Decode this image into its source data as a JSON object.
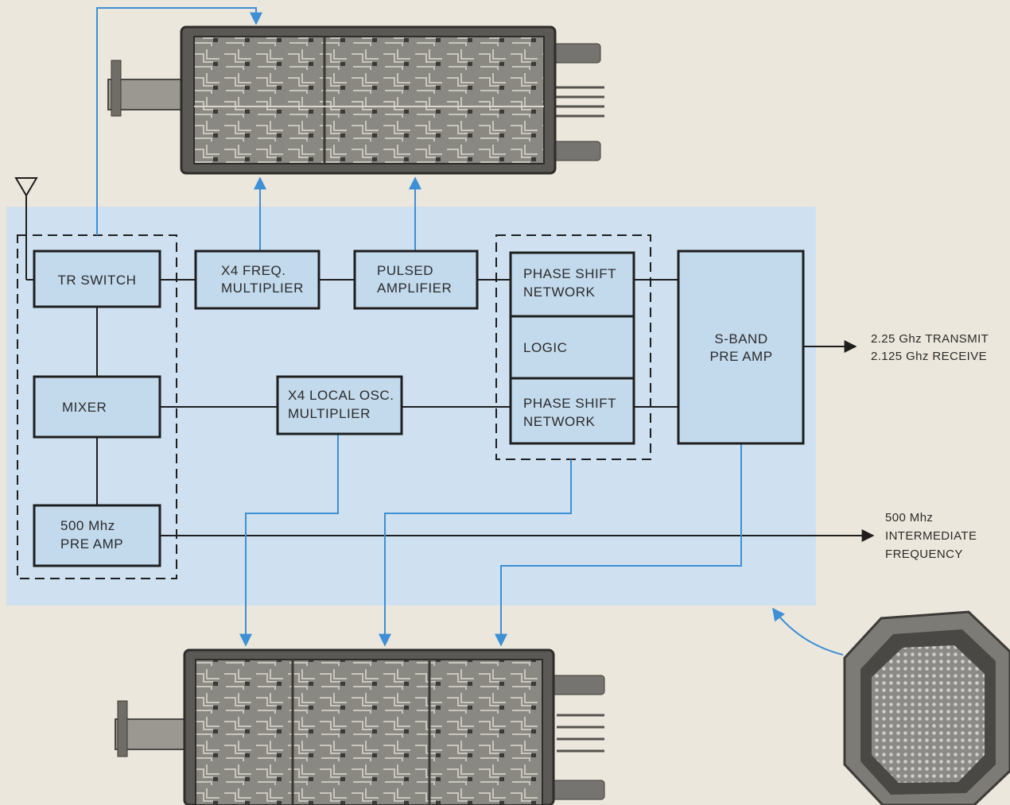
{
  "blocks": {
    "tr_switch": "TR SWITCH",
    "x4_freq": [
      "X4 FREQ.",
      "MULTIPLIER"
    ],
    "pulsed_amp": [
      "PULSED",
      "AMPLIFIER"
    ],
    "phase_shift_top": [
      "PHASE SHIFT",
      "NETWORK"
    ],
    "logic": "LOGIC",
    "phase_shift_bottom": [
      "PHASE SHIFT",
      "NETWORK"
    ],
    "s_band": [
      "S-BAND",
      "PRE AMP"
    ],
    "mixer": "MIXER",
    "x4_local": [
      "X4 LOCAL OSC.",
      "MULTIPLIER"
    ],
    "pre_amp_500": [
      "500 Mhz",
      "PRE AMP"
    ]
  },
  "outputs": {
    "rf": [
      "2.25 Ghz TRANSMIT",
      "2.125 Ghz RECEIVE"
    ],
    "if": [
      "500 Mhz",
      "INTERMEDIATE",
      "FREQUENCY"
    ]
  },
  "colors": {
    "panel": "#cfe1f0",
    "box_fill": "#c3d9ec",
    "line": "#1e1e1e",
    "blue_arrow": "#3d8fd6",
    "background": "#ece7dc"
  },
  "icons": {
    "antenna": "antenna-icon",
    "module_photo_top": "circuit-module-photo",
    "module_photo_bottom": "circuit-module-photo",
    "array_photo": "octagonal-antenna-array-photo"
  }
}
